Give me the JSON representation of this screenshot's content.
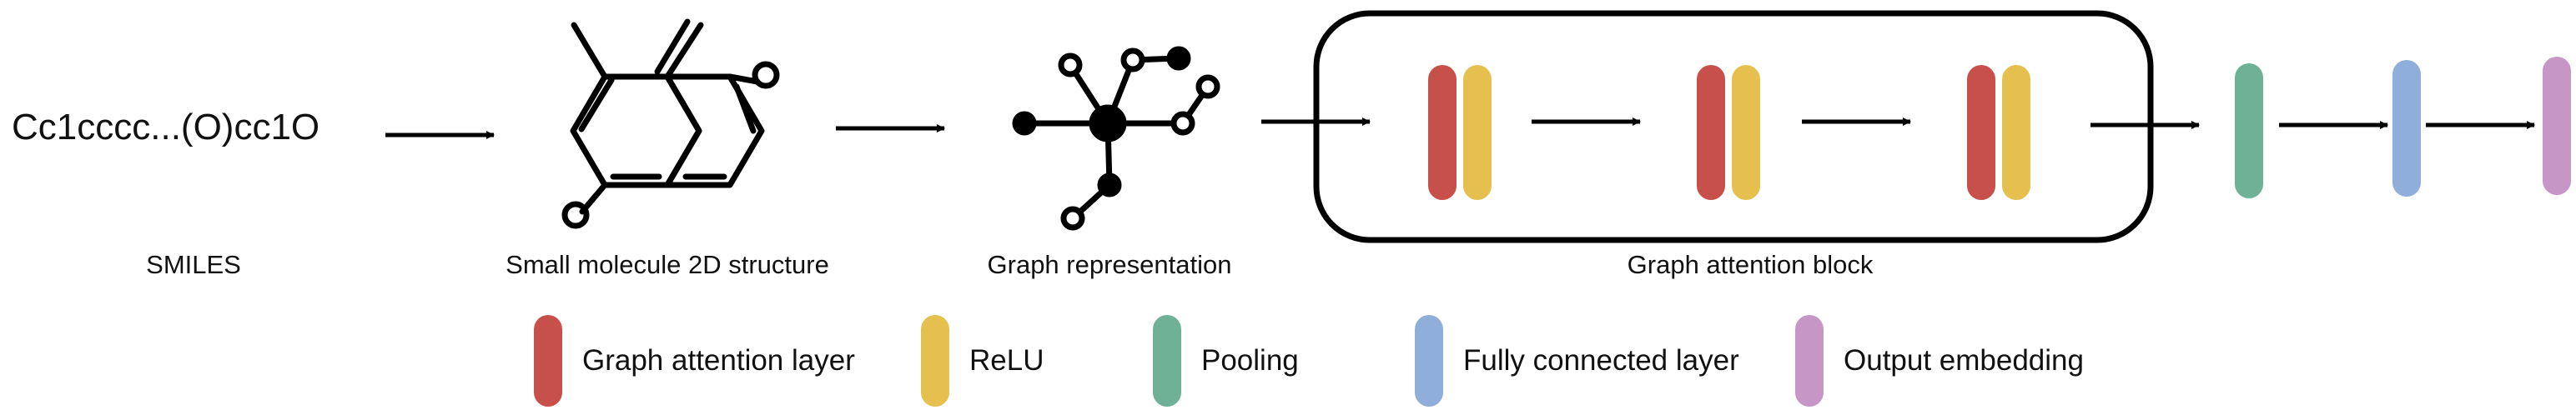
{
  "smiles": {
    "text": "Cc1cccc...(O)cc1O",
    "caption": "SMILES"
  },
  "structure": {
    "caption": "Small molecule 2D structure"
  },
  "graph": {
    "caption": "Graph representation"
  },
  "attention_block": {
    "caption": "Graph attention block"
  },
  "legend": [
    {
      "id": "gat",
      "label": "Graph attention layer",
      "color": "#C8504A"
    },
    {
      "id": "relu",
      "label": "ReLU",
      "color": "#E6C04E"
    },
    {
      "id": "pooling",
      "label": "Pooling",
      "color": "#6FB197"
    },
    {
      "id": "fc",
      "label": "Fully connected layer",
      "color": "#8FAFDA"
    },
    {
      "id": "output",
      "label": "Output embedding",
      "color": "#C696C6"
    }
  ]
}
